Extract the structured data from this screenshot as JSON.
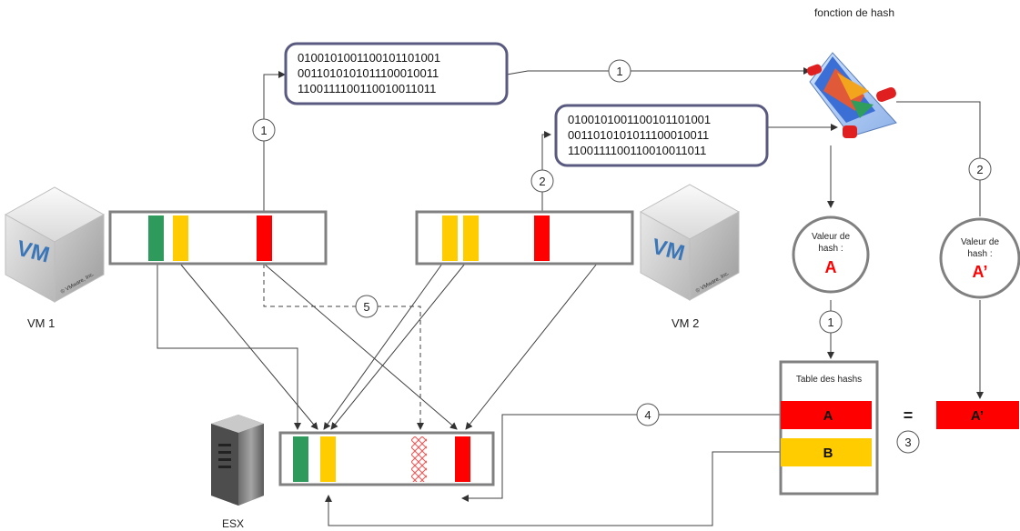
{
  "labels": {
    "hash_function": "fonction de hash",
    "vm1": "VM 1",
    "vm2": "VM 2",
    "esx": "ESX",
    "vm_logo": "VM",
    "vmware_copyright": "© VMware, Inc.",
    "hash_table_title": "Table des hashs",
    "equals": "="
  },
  "binary_block_1": [
    "0100101001100101101001",
    "0011010101011100010011",
    "1100111100110010011011"
  ],
  "binary_block_2": [
    "0100101001100101101001",
    "0011010101011100010011",
    "1100111100110010011011"
  ],
  "hash_value_1": {
    "caption_line1": "Valeur de",
    "caption_line2": "hash :",
    "value": "A"
  },
  "hash_value_2": {
    "caption_line1": "Valeur de",
    "caption_line2": "hash :",
    "value": "A’"
  },
  "hash_table_entries": [
    "A",
    "B"
  ],
  "compare_value": "A’",
  "step_markers": [
    "1",
    "1",
    "2",
    "2",
    "1",
    "5",
    "4",
    "3"
  ],
  "colors": {
    "green": "#2e9a5c",
    "yellow": "#ffcc00",
    "red": "#ff0000",
    "box_border": "#808080",
    "binary_border": "#5a5a80",
    "line": "#404040"
  }
}
